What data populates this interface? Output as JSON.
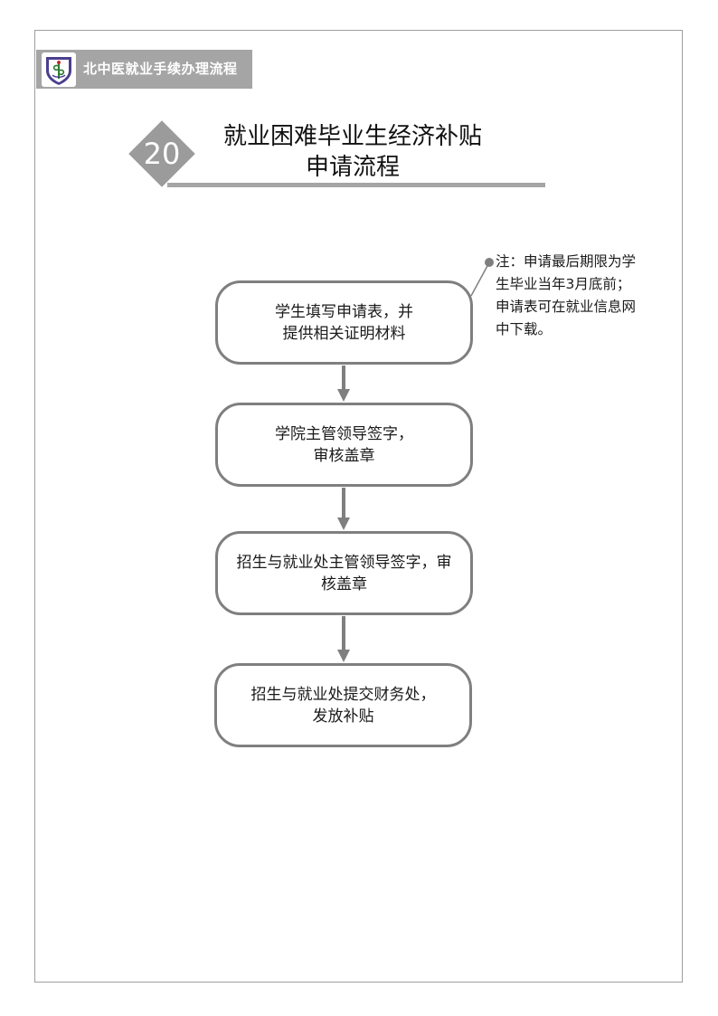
{
  "header": {
    "title": "北中医就业手续办理流程",
    "logo_icon": "university-shield-logo"
  },
  "section": {
    "number": "20",
    "title_line1": "就业困难毕业生经济补贴",
    "title_line2": "申请流程"
  },
  "note": {
    "lines": [
      "注：申请最后期限为学",
      "生毕业当年3月底前；",
      "申请表可在就业信息网",
      "中下载。"
    ]
  },
  "flow": {
    "steps": [
      {
        "lines": [
          "学生填写申请表，并",
          "提供相关证明材料"
        ]
      },
      {
        "lines": [
          "学院主管领导签字，",
          "审核盖章"
        ]
      },
      {
        "lines": [
          "招生与就业处主管领导签字，审",
          "核盖章"
        ]
      },
      {
        "lines": [
          "招生与就业处提交财务处，",
          "发放补贴"
        ]
      }
    ]
  },
  "colors": {
    "header_bar": "#a5a5a5",
    "number_badge": "#9b9b9b",
    "box_border": "#7f7f7f",
    "arrow": "#7f7f7f",
    "text": "#1a1a1a"
  }
}
